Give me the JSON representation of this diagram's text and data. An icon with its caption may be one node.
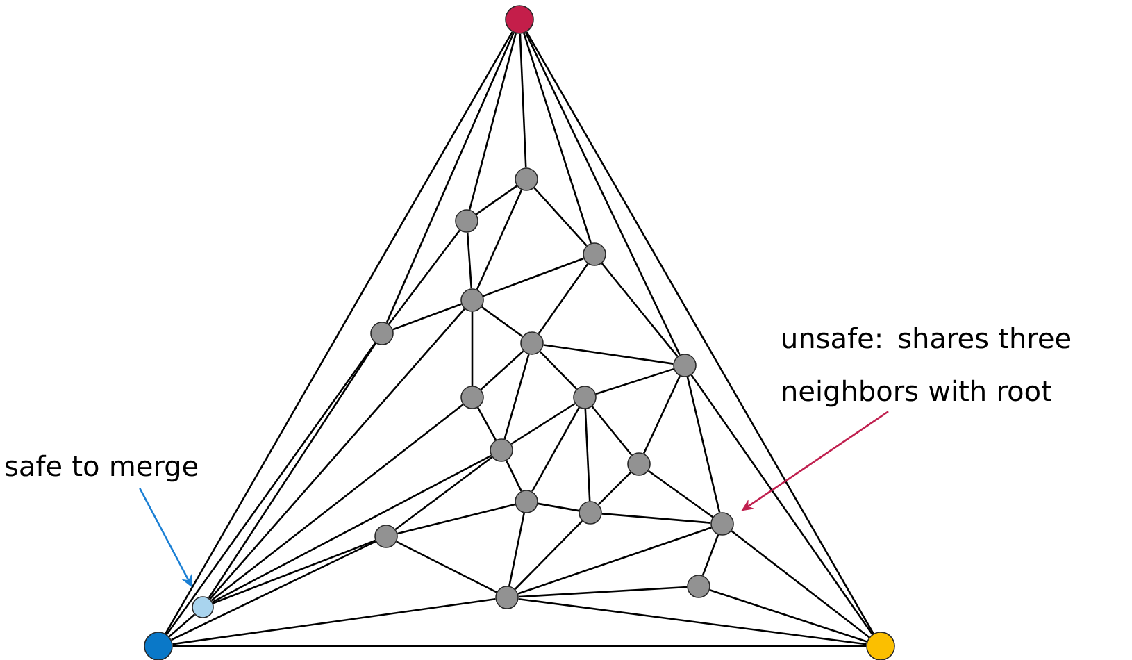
{
  "diagram": {
    "nodes": [
      {
        "text": [],
        "shape": "circle"
      },
      {
        "text": [],
        "shape": "circle"
      },
      {
        "text": [],
        "shape": "circle"
      },
      {
        "text": [],
        "shape": "circle"
      },
      {
        "text": [],
        "shape": "circle"
      },
      {
        "text": [],
        "shape": "circle"
      },
      {
        "text": [],
        "shape": "circle"
      },
      {
        "text": [],
        "shape": "circle"
      },
      {
        "text": [],
        "shape": "circle"
      },
      {
        "text": [],
        "shape": "circle"
      },
      {
        "text": [],
        "shape": "circle"
      },
      {
        "text": [],
        "shape": "circle"
      },
      {
        "text": [],
        "shape": "circle"
      },
      {
        "text": [],
        "shape": "circle"
      },
      {
        "text": [],
        "shape": "circle"
      },
      {
        "text": [],
        "shape": "circle"
      },
      {
        "text": [],
        "shape": "circle"
      },
      {
        "text": [],
        "shape": "circle"
      },
      {
        "text": [],
        "shape": "circle"
      },
      {
        "text": [],
        "shape": "circle"
      },
      {
        "text": [],
        "shape": "circle"
      },
      {
        "text": [
          "safe to merge"
        ]
      },
      {
        "text": [
          "unsafe: shares three neighbors with root"
        ]
      }
    ],
    "edges": [
      {
        "from": 0,
        "to": 1,
        "arrow": "none"
      },
      {
        "from": 0,
        "to": 2,
        "arrow": "none"
      },
      {
        "from": 0,
        "to": 7,
        "arrow": "none"
      },
      {
        "from": 0,
        "to": 5,
        "arrow": "none"
      },
      {
        "from": 0,
        "to": 4,
        "arrow": "none"
      },
      {
        "from": 0,
        "to": 6,
        "arrow": "none"
      },
      {
        "from": 0,
        "to": 10,
        "arrow": "none"
      },
      {
        "from": 1,
        "to": 2,
        "arrow": "none"
      },
      {
        "from": 1,
        "to": 3,
        "arrow": "none"
      },
      {
        "from": 1,
        "to": 7,
        "arrow": "none"
      },
      {
        "from": 1,
        "to": 18,
        "arrow": "none"
      },
      {
        "from": 1,
        "to": 19,
        "arrow": "none"
      },
      {
        "from": 3,
        "to": 7,
        "arrow": "none"
      },
      {
        "from": 3,
        "to": 8,
        "arrow": "none"
      },
      {
        "from": 3,
        "to": 11,
        "arrow": "none"
      },
      {
        "from": 3,
        "to": 13,
        "arrow": "none"
      },
      {
        "from": 3,
        "to": 18,
        "arrow": "none"
      },
      {
        "from": 4,
        "to": 5,
        "arrow": "none"
      },
      {
        "from": 4,
        "to": 6,
        "arrow": "none"
      },
      {
        "from": 4,
        "to": 8,
        "arrow": "none"
      },
      {
        "from": 5,
        "to": 7,
        "arrow": "none"
      },
      {
        "from": 5,
        "to": 8,
        "arrow": "none"
      },
      {
        "from": 6,
        "to": 8,
        "arrow": "none"
      },
      {
        "from": 6,
        "to": 9,
        "arrow": "none"
      },
      {
        "from": 6,
        "to": 10,
        "arrow": "none"
      },
      {
        "from": 7,
        "to": 8,
        "arrow": "none"
      },
      {
        "from": 8,
        "to": 9,
        "arrow": "none"
      },
      {
        "from": 8,
        "to": 11,
        "arrow": "none"
      },
      {
        "from": 9,
        "to": 10,
        "arrow": "none"
      },
      {
        "from": 9,
        "to": 11,
        "arrow": "none"
      },
      {
        "from": 9,
        "to": 13,
        "arrow": "none"
      },
      {
        "from": 9,
        "to": 12,
        "arrow": "none"
      },
      {
        "from": 10,
        "to": 12,
        "arrow": "none"
      },
      {
        "from": 10,
        "to": 14,
        "arrow": "none"
      },
      {
        "from": 10,
        "to": 17,
        "arrow": "none"
      },
      {
        "from": 10,
        "to": 2,
        "arrow": "none"
      },
      {
        "from": 11,
        "to": 13,
        "arrow": "none"
      },
      {
        "from": 12,
        "to": 13,
        "arrow": "none"
      },
      {
        "from": 12,
        "to": 15,
        "arrow": "none"
      },
      {
        "from": 12,
        "to": 16,
        "arrow": "none"
      },
      {
        "from": 12,
        "to": 14,
        "arrow": "none"
      },
      {
        "from": 13,
        "to": 15,
        "arrow": "none"
      },
      {
        "from": 13,
        "to": 18,
        "arrow": "none"
      },
      {
        "from": 14,
        "to": 16,
        "arrow": "none"
      },
      {
        "from": 14,
        "to": 17,
        "arrow": "none"
      },
      {
        "from": 15,
        "to": 16,
        "arrow": "none"
      },
      {
        "from": 15,
        "to": 19,
        "arrow": "none"
      },
      {
        "from": 15,
        "to": 18,
        "arrow": "none"
      },
      {
        "from": 16,
        "to": 17,
        "arrow": "none"
      },
      {
        "from": 16,
        "to": 19,
        "arrow": "none"
      },
      {
        "from": 17,
        "to": 20,
        "arrow": "none"
      },
      {
        "from": 17,
        "to": 2,
        "arrow": "none"
      },
      {
        "from": 17,
        "to": 19,
        "arrow": "none"
      },
      {
        "from": 18,
        "to": 19,
        "arrow": "none"
      },
      {
        "from": 19,
        "to": 20,
        "arrow": "none"
      },
      {
        "from": 19,
        "to": 2,
        "arrow": "none"
      },
      {
        "from": 20,
        "to": 2,
        "arrow": "none"
      },
      {
        "from": 21,
        "to": 3,
        "arrow": "to",
        "color": "#1a7fd4"
      },
      {
        "from": 22,
        "to": 17,
        "arrow": "to",
        "color": "#c0204f"
      }
    ]
  }
}
